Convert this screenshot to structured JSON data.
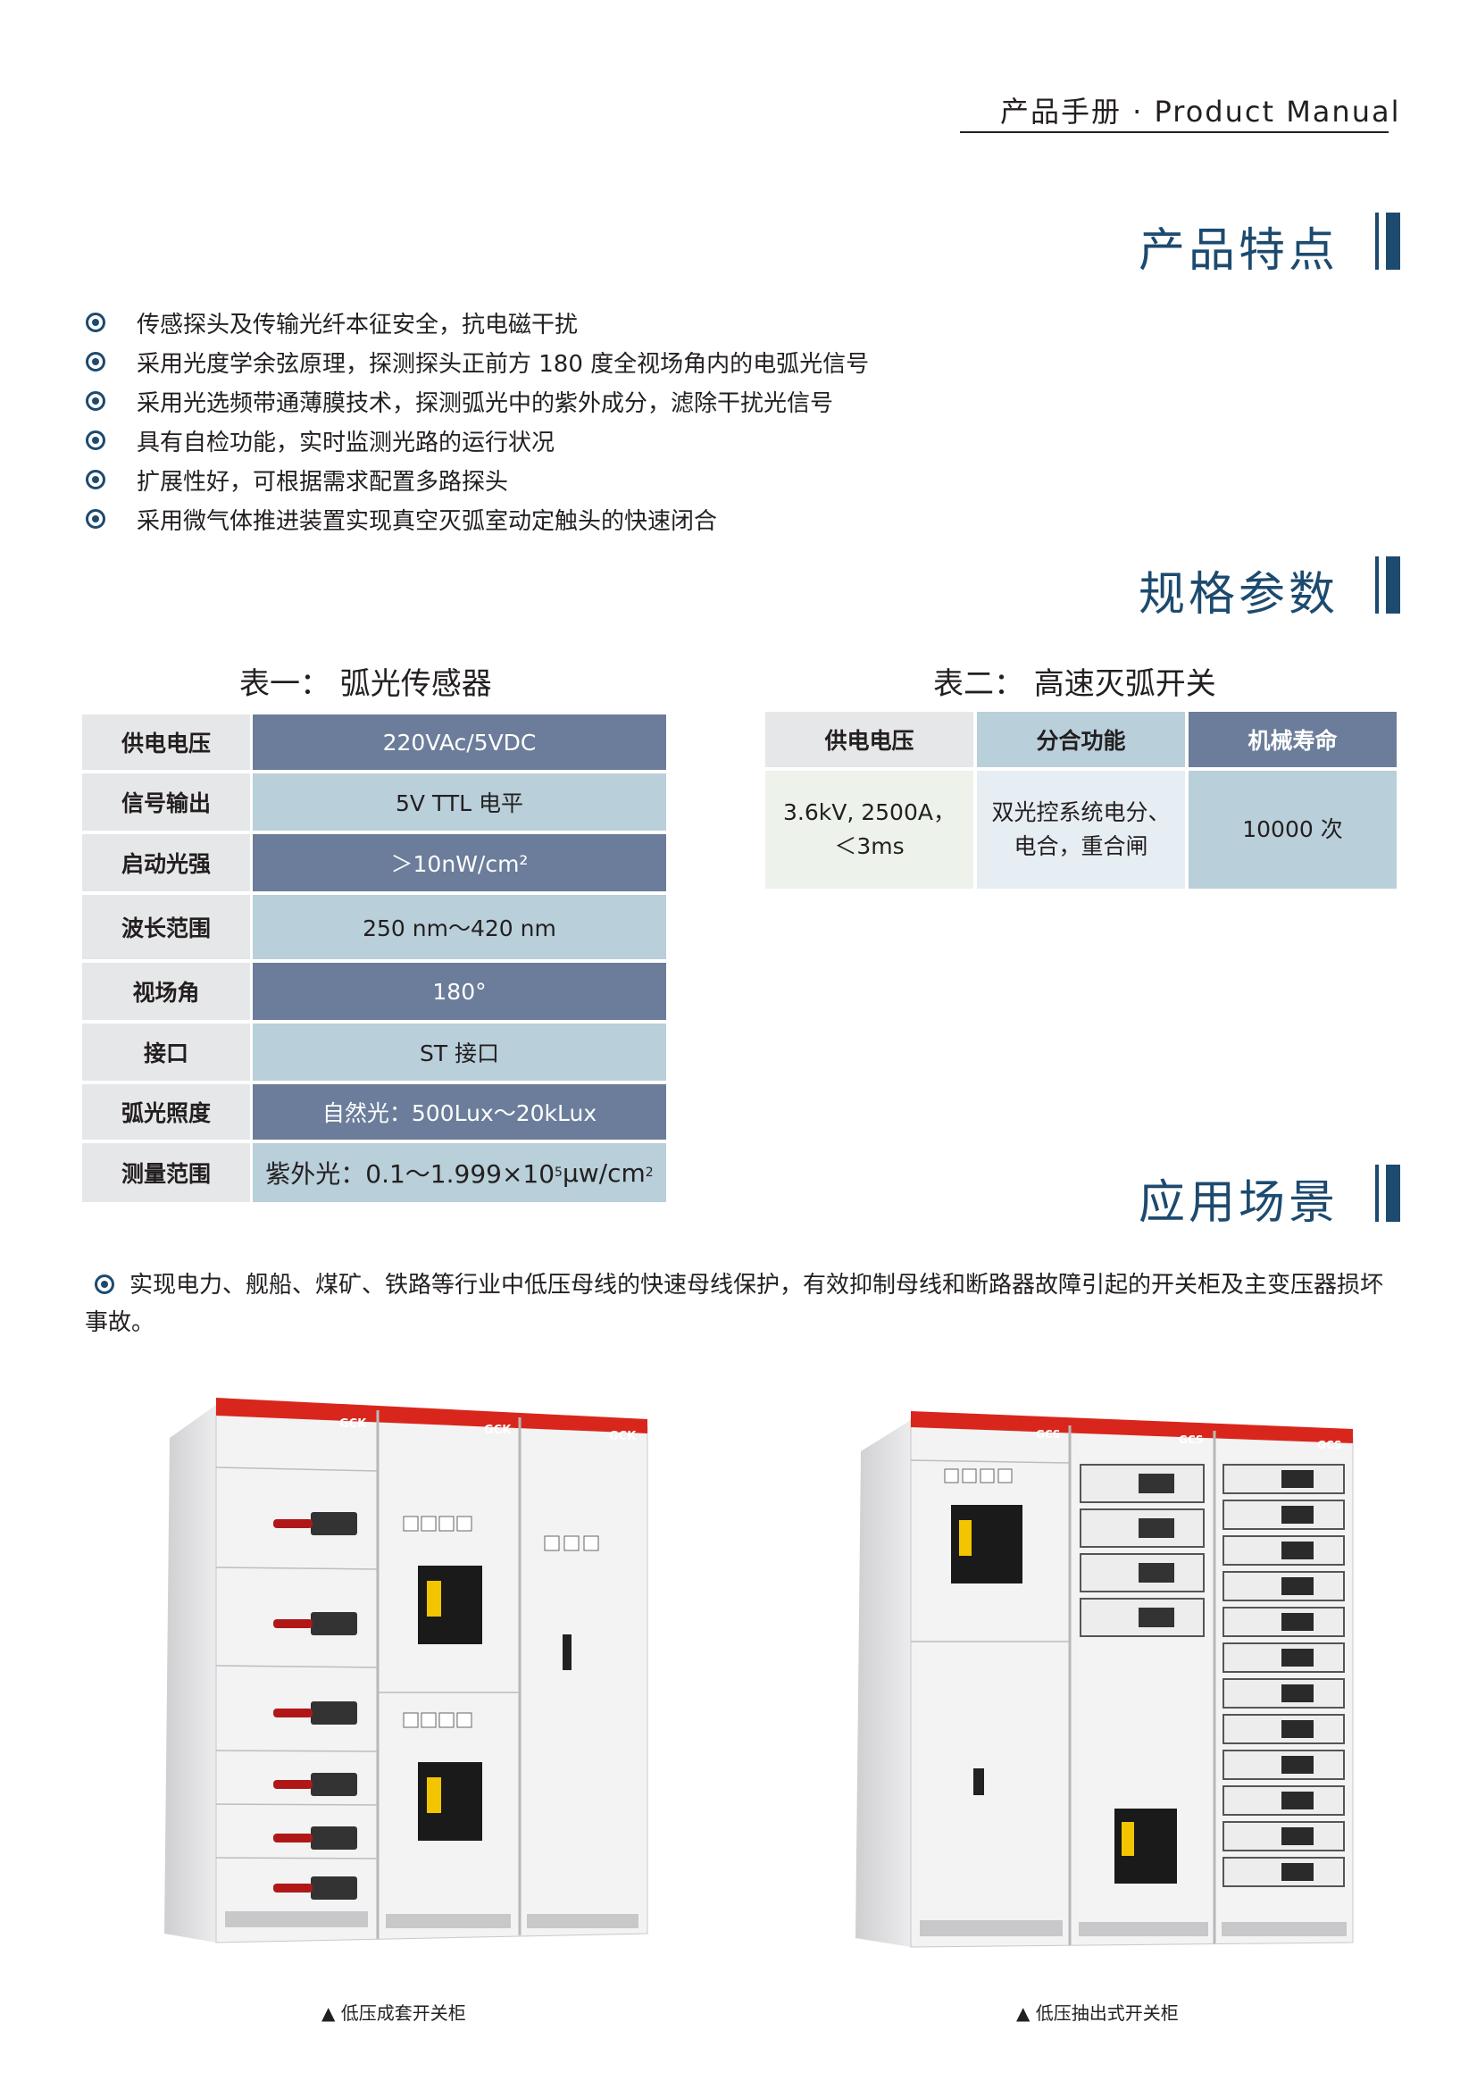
{
  "header": {
    "text": "产品手册 · Product  Manual"
  },
  "sections": {
    "features": "产品特点",
    "specs": "规格参数",
    "applications": "应用场景"
  },
  "features": [
    "传感探头及传输光纤本征安全，抗电磁干扰",
    "采用光度学余弦原理，探测探头正前方 180 度全视场角内的电弧光信号",
    "采用光选频带通薄膜技术，探测弧光中的紫外成分，滤除干扰光信号",
    "具有自检功能，实时监测光路的运行状况",
    "扩展性好，可根据需求配置多路探头",
    "采用微气体推进装置实现真空灭弧室动定触头的快速闭合"
  ],
  "table1": {
    "caption": "表一：  弧光传感器",
    "rows": [
      {
        "label": "供电电压",
        "value": "220VAc/5VDC"
      },
      {
        "label": "信号输出",
        "value": "5V TTL  电平"
      },
      {
        "label": "启动光强",
        "value": "＞10nW/cm²"
      },
      {
        "label": "波长范围",
        "value": "250 nm～420 nm"
      },
      {
        "label": "视场角",
        "value": "180°"
      },
      {
        "label": "接口",
        "value": "ST 接口"
      },
      {
        "label": "弧光照度",
        "value": "自然光：500Lux～20kLux"
      },
      {
        "label": "测量范围",
        "value_pre": "紫外光：0.1～1.999×10",
        "value_sup": "5",
        "value_post": "μw/cm",
        "value_sup2": "2"
      }
    ]
  },
  "table2": {
    "caption": "表二：  高速灭弧开关",
    "headers": [
      "供电电压",
      "分合功能",
      "机械寿命"
    ],
    "cells": [
      {
        "line1": "3.6kV, 2500A，",
        "line2": "＜3ms"
      },
      {
        "line1": "双光控系统电分、",
        "line2": "电合，重合闸"
      },
      {
        "line1": "10000  次",
        "line2": ""
      }
    ]
  },
  "application": {
    "text": "实现电力、舰船、煤矿、铁路等行业中低压母线的快速母线保护，有效抑制母线和断路器故障引起的开关柜及主变压器损坏事故。"
  },
  "images": [
    {
      "caption": "▲  低压成套开关柜",
      "labels": [
        "GCK",
        "GCK",
        "GCK"
      ]
    },
    {
      "caption": "▲  低压抽出式开关柜",
      "labels": [
        "GCS",
        "GCS",
        "GCS"
      ]
    }
  ],
  "colors": {
    "title": "#1d4a6f",
    "dark_cell": "#6b7d9a",
    "light_cell": "#b9cfda",
    "label_cell": "#e6e7e8",
    "cabinet_red": "#d9261c"
  }
}
